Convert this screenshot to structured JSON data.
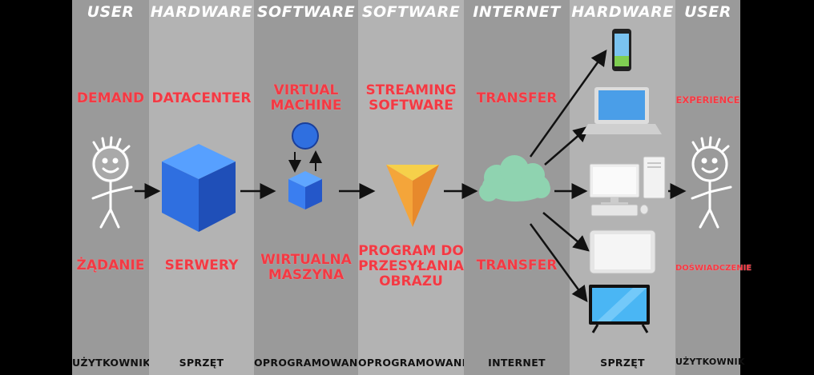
{
  "columns": [
    {
      "id": "user-left",
      "header": "USER",
      "top_label": "DEMAND",
      "bottom_label": "ŻĄDANIE",
      "footer": "UŻYTKOWNIK",
      "bg": "#9a9a9a"
    },
    {
      "id": "hardware-left",
      "header": "HARDWARE",
      "top_label": "DATACENTER",
      "bottom_label": "SERWERY",
      "footer": "SPRZĘT",
      "bg": "#b3b3b3"
    },
    {
      "id": "software-vm",
      "header": "SOFTWARE",
      "top_label": "VIRTUAL\nMACHINE",
      "bottom_label": "WIRTUALNA\nMASZYNA",
      "footer": "OPROGRAMOWANIE",
      "bg": "#9a9a9a"
    },
    {
      "id": "software-stream",
      "header": "SOFTWARE",
      "top_label": "STREAMING\nSOFTWARE",
      "bottom_label": "PROGRAM DO\nPRZESYŁANIA\nOBRAZU",
      "footer": "OPROGRAMOWANIE",
      "bg": "#b3b3b3"
    },
    {
      "id": "internet",
      "header": "INTERNET",
      "top_label": "TRANSFER",
      "bottom_label": "TRANSFER",
      "footer": "INTERNET",
      "bg": "#9a9a9a"
    },
    {
      "id": "hardware-right",
      "header": "HARDWARE",
      "top_label": "",
      "bottom_label": "",
      "footer": "SPRZĘT",
      "bg": "#b3b3b3"
    },
    {
      "id": "user-right",
      "header": "USER",
      "top_label": "EXPERIENCE",
      "bottom_label": "DOŚWIADCZENIE",
      "footer": "UŻYTKOWNIK",
      "bg": "#9a9a9a"
    }
  ],
  "colors": {
    "label_red": "#f23a44",
    "cube_blue": "#2f6fe0",
    "cube_small": "#3a7ef0",
    "prism_orange": "#f4a53a",
    "cloud_green": "#8fd3b0",
    "device_blue": "#4a9ee8"
  },
  "icons": [
    "stick-figure",
    "cube",
    "circle-node",
    "prism",
    "cloud",
    "smartphone",
    "laptop",
    "desktop-pc",
    "tablet",
    "tv"
  ]
}
